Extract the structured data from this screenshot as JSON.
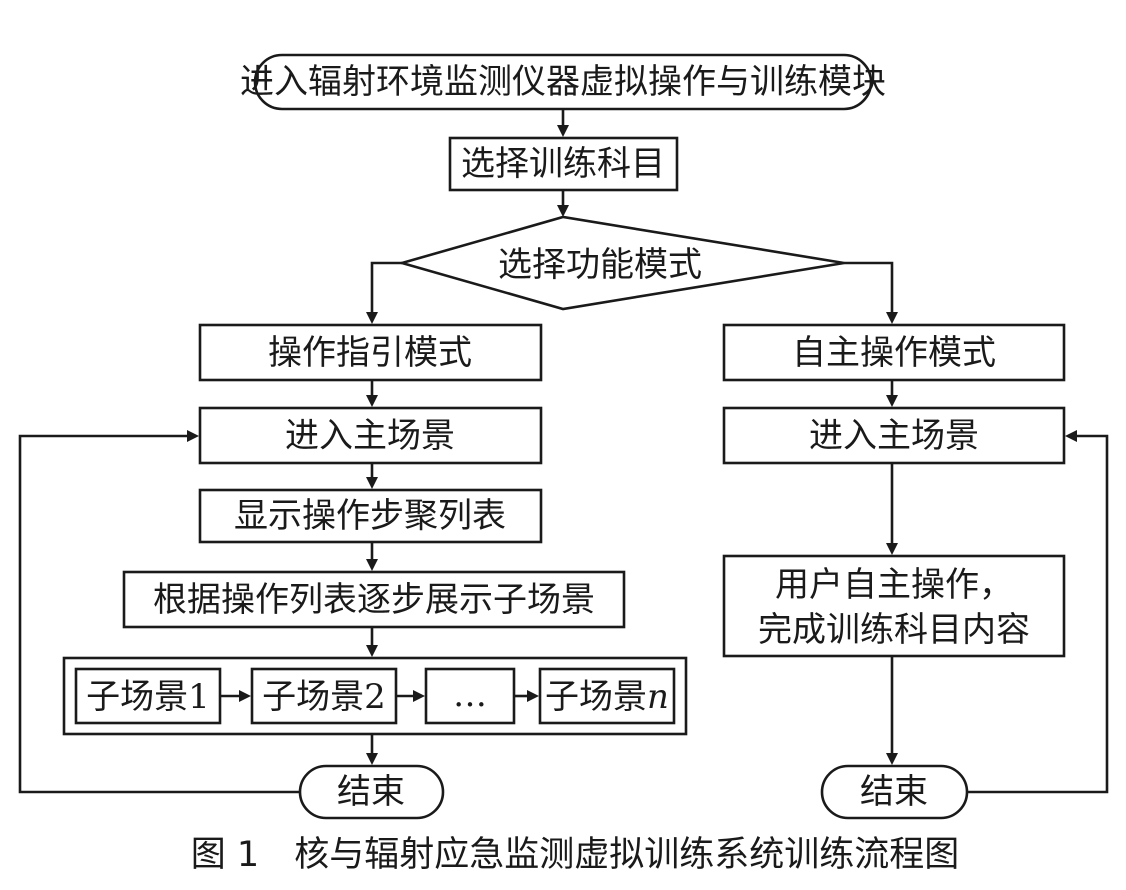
{
  "nodes": {
    "start": "进入辐射环境监测仪器虚拟操作与训练模块",
    "select_subject": "选择训练科目",
    "select_mode": "选择功能模式",
    "guided_mode": "操作指引模式",
    "self_mode": "自主操作模式",
    "left_enter_scene": "进入主场景",
    "right_enter_scene": "进入主场景",
    "show_steps": "显示操作步聚列表",
    "show_subscenes": "根据操作列表逐步展示子场景",
    "subscene_1": "子场景1",
    "subscene_2": "子场景2",
    "subscene_ellipsis": "…",
    "subscene_n_prefix": "子场景",
    "subscene_n_var": "n",
    "user_operate_line1": "用户自主操作，",
    "user_operate_line2": "完成训练科目内容",
    "left_end": "结束",
    "right_end": "结束"
  },
  "caption": "图 1　核与辐射应急监测虚拟训练系统训练流程图"
}
